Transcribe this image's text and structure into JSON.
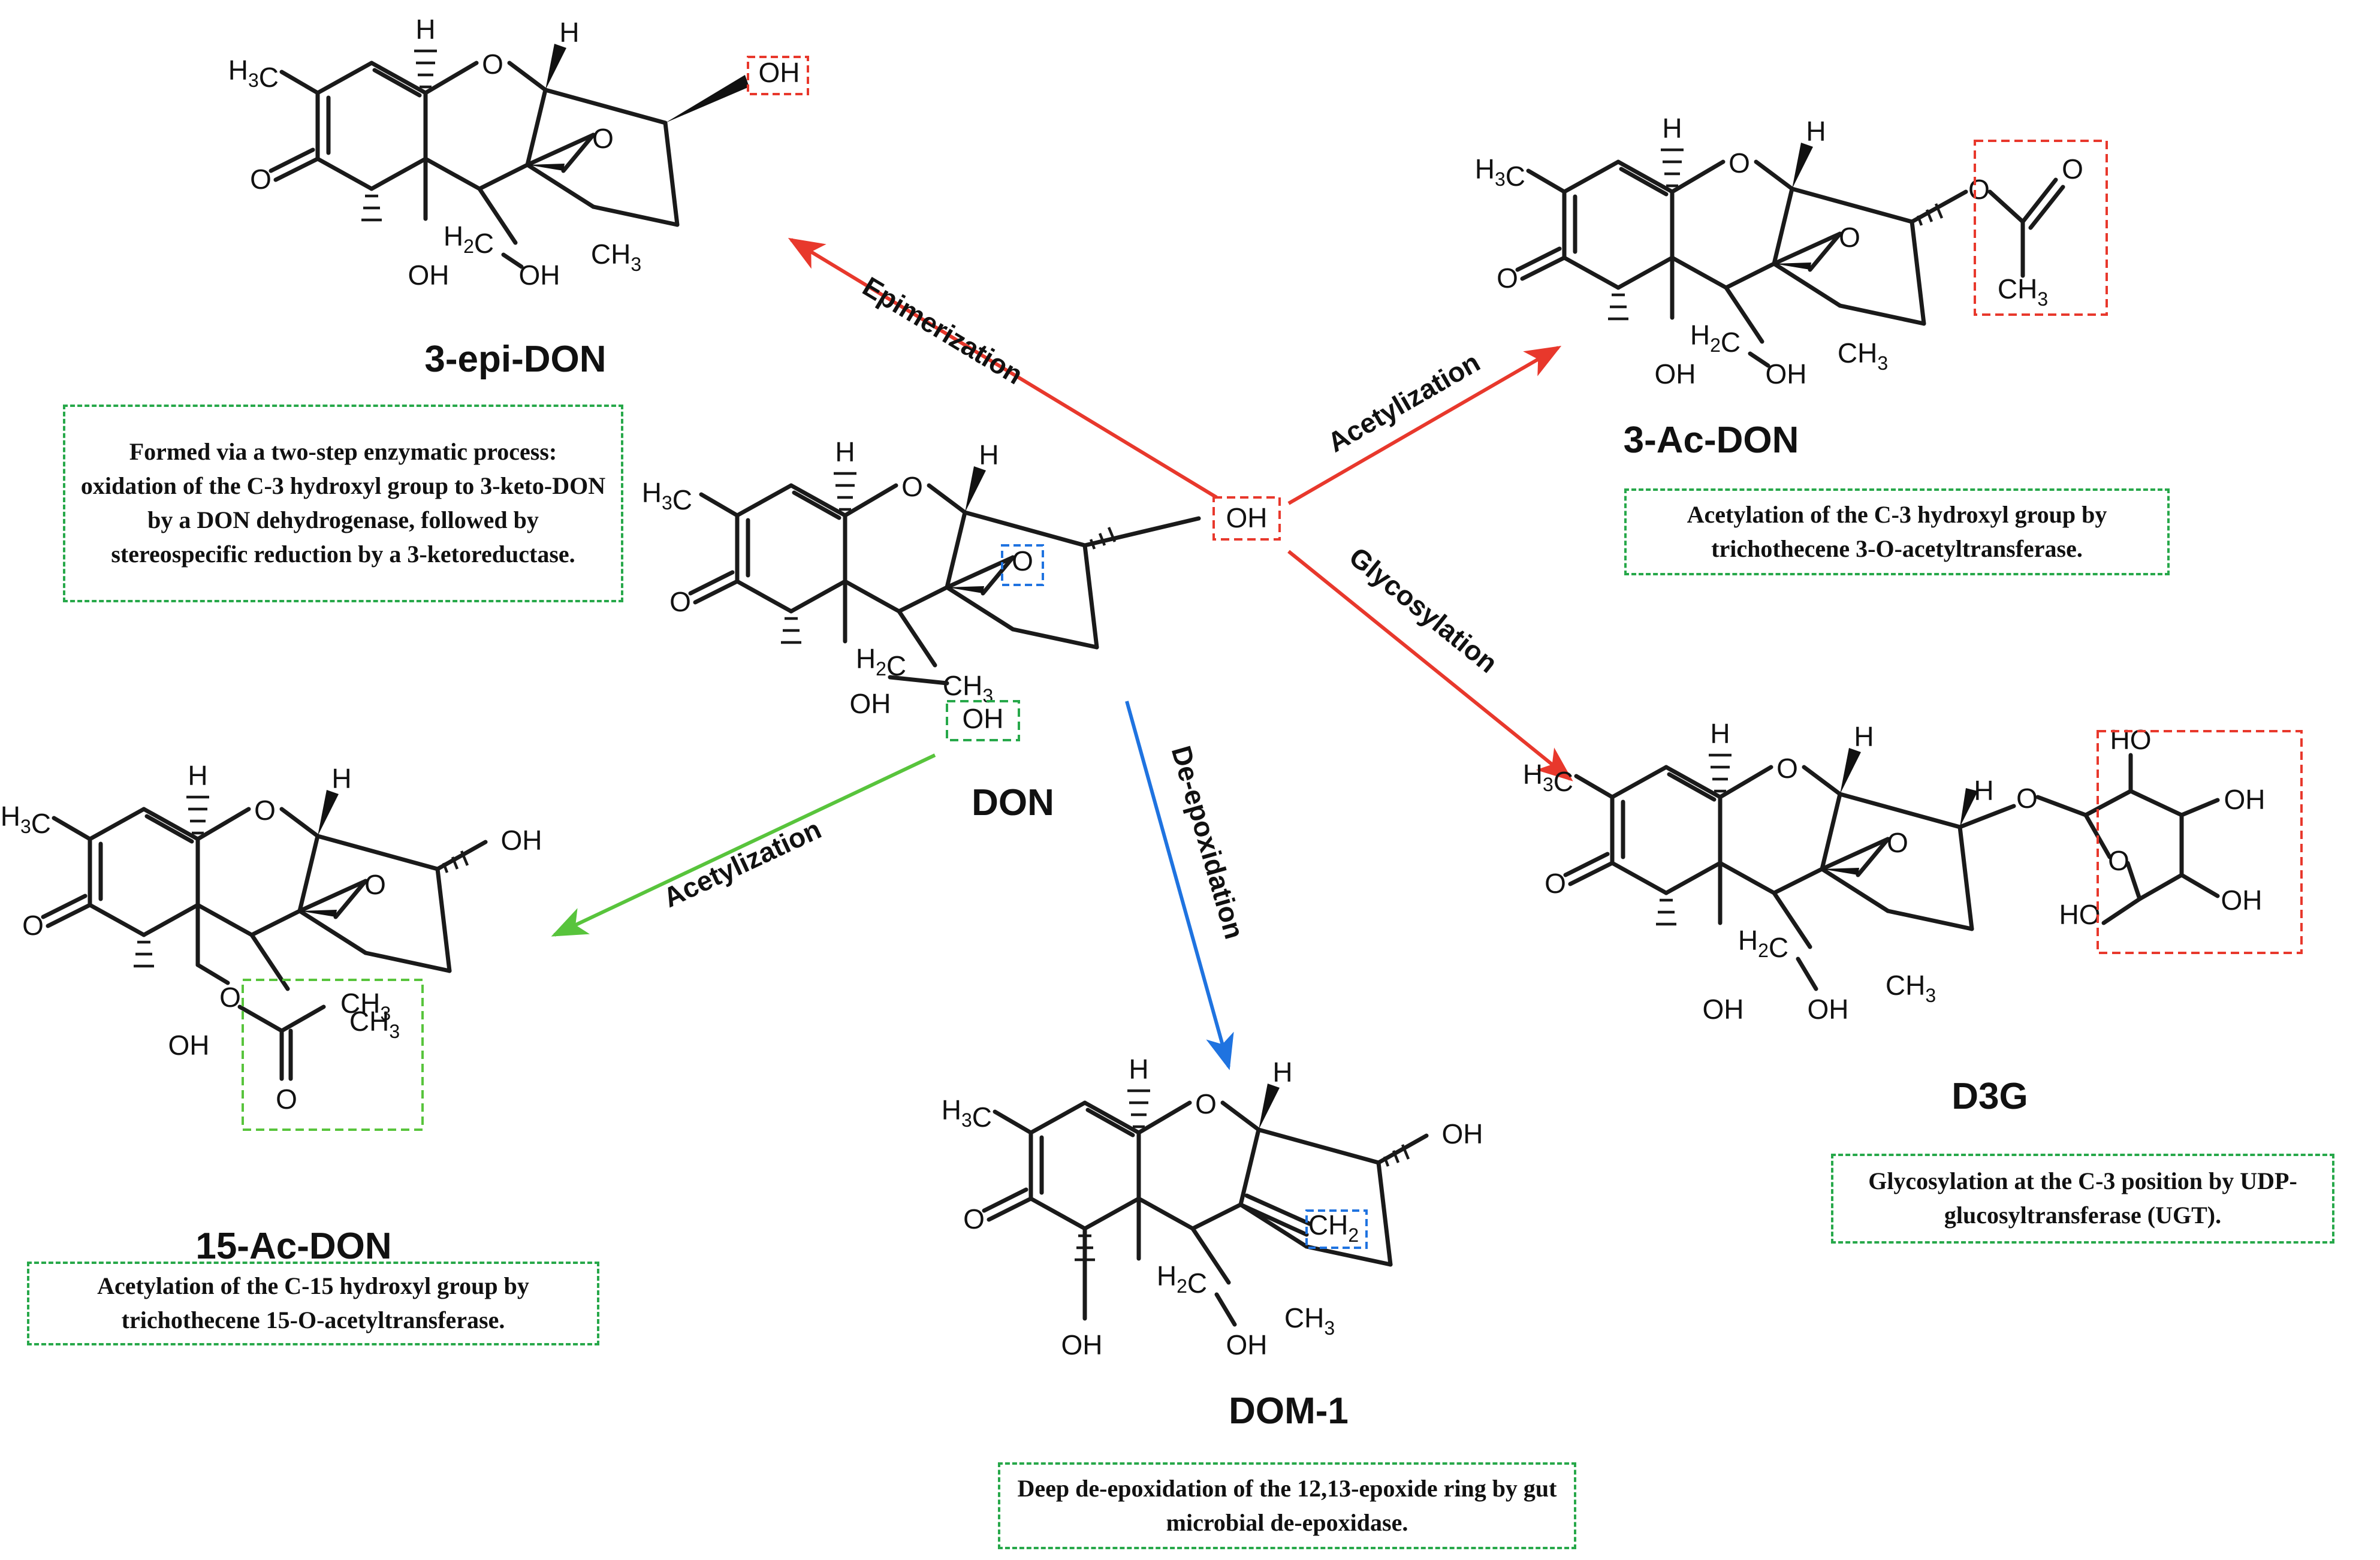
{
  "compounds": {
    "don": {
      "name": "DON"
    },
    "epi_don": {
      "name": "3-epi-DON",
      "note": "Formed via a two-step enzymatic process: oxidation of the C-3 hydroxyl group to 3-keto-DON by a DON dehydrogenase, followed by stereospecific reduction by a 3-ketoreductase."
    },
    "ac3_don": {
      "name": "3-Ac-DON",
      "note": "Acetylation of the C-3 hydroxyl group by trichothecene 3-O-acetyltransferase."
    },
    "ac15_don": {
      "name": "15-Ac-DON",
      "note": "Acetylation of the C-15 hydroxyl group by trichothecene 15-O-acetyltransferase."
    },
    "dom1": {
      "name": "DOM-1",
      "note": "Deep de-epoxidation of the 12,13-epoxide ring by gut microbial de-epoxidase."
    },
    "d3g": {
      "name": "D3G",
      "note": "Glycosylation at the C-3 position by UDP-glucosyltransferase (UGT)."
    }
  },
  "reactions": {
    "epimerization": "Epimerization",
    "acetylization_3": "Acetylization",
    "glycosylation": "Glycosylation",
    "acetylization_15": "Acetylization",
    "deepoxidation": "De-epoxidation"
  },
  "atoms": {
    "methyl": "H3C",
    "methyl_right": "CH3",
    "methylene": "H2C",
    "exo_methylene": "CH2",
    "oxygen": "O",
    "hydroxyl": "OH",
    "ring_hydroxyl": "HO",
    "hydrogen": "H"
  },
  "colors": {
    "red": "#e8382c",
    "green": "#58c43c",
    "blue": "#1f73e0",
    "note_border": "#27a84a",
    "highlight_red": "#e8382c",
    "highlight_green": "#27a84a",
    "highlight_blue": "#1f73e0"
  }
}
